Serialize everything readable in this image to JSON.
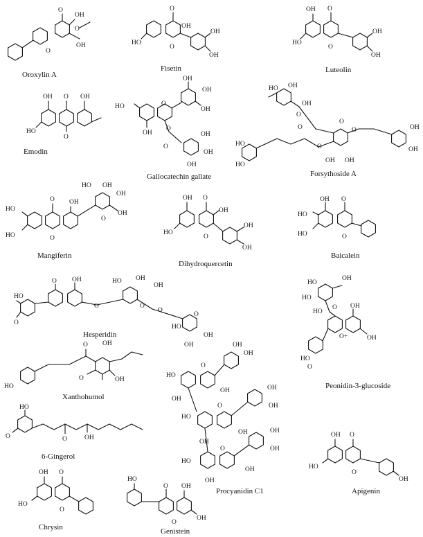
{
  "compounds": [
    {
      "name": "Oroxylin A"
    },
    {
      "name": "Fisetin"
    },
    {
      "name": "Luteolin"
    },
    {
      "name": "Emodin"
    },
    {
      "name": "Gallocatechin gallate"
    },
    {
      "name": "Forsythoside A"
    },
    {
      "name": "Mangiferin"
    },
    {
      "name": "Dihydroquercetin"
    },
    {
      "name": "Baicalein"
    },
    {
      "name": "Hesperidin"
    },
    {
      "name": "Peonidin-3-glucoside"
    },
    {
      "name": "Xanthohumol"
    },
    {
      "name": "6-Gingerol"
    },
    {
      "name": "Procyanidin C1"
    },
    {
      "name": "Apigenin"
    },
    {
      "name": "Chrysin"
    },
    {
      "name": "Genistein"
    }
  ],
  "atoms": {
    "OH": "OH",
    "HO": "HO",
    "O": "O",
    "Oplus": "O+"
  }
}
